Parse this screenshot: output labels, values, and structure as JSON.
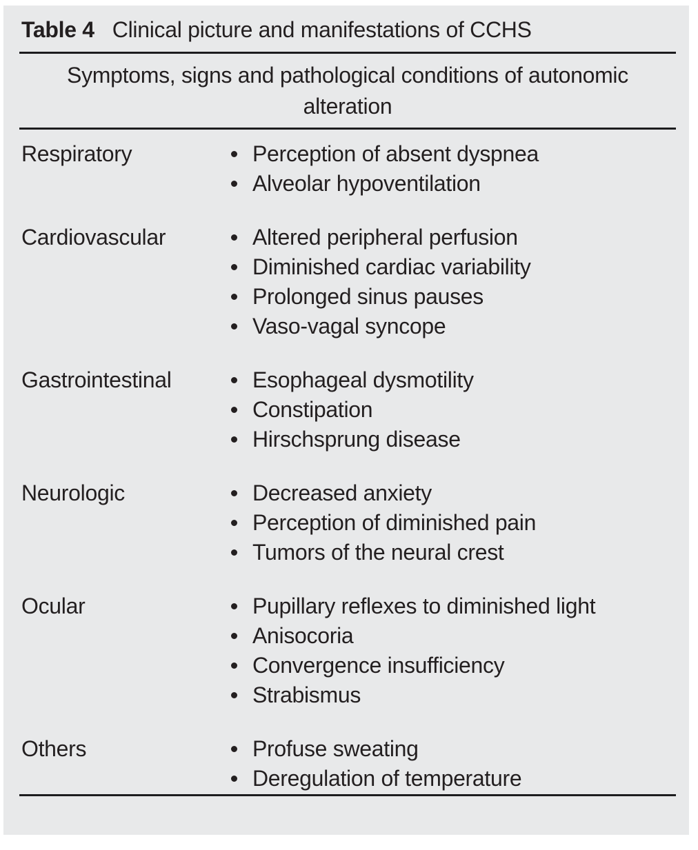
{
  "table": {
    "label": "Table 4",
    "title": "Clinical picture and manifestations of CCHS",
    "subtitle": "Symptoms, signs and pathological conditions of autonomic alteration",
    "sections": [
      {
        "category": "Respiratory",
        "items": [
          "Perception of absent dyspnea",
          "Alveolar hypoventilation"
        ]
      },
      {
        "category": "Cardiovascular",
        "items": [
          "Altered peripheral perfusion",
          "Diminished cardiac variability",
          "Prolonged sinus pauses",
          "Vaso-vagal syncope"
        ]
      },
      {
        "category": "Gastrointestinal",
        "items": [
          "Esophageal dysmotility",
          "Constipation",
          "Hirschsprung disease"
        ]
      },
      {
        "category": "Neurologic",
        "items": [
          "Decreased anxiety",
          "Perception of diminished pain",
          "Tumors of the neural crest"
        ]
      },
      {
        "category": "Ocular",
        "items": [
          "Pupillary reflexes to diminished light",
          "Anisocoria",
          "Convergence insufficiency",
          "Strabismus"
        ]
      },
      {
        "category": "Others",
        "items": [
          "Profuse sweating",
          "Deregulation of temperature"
        ]
      }
    ],
    "colors": {
      "page_bg": "#ffffff",
      "panel_bg": "#e8e9ea",
      "text": "#231f20",
      "rule": "#1c1c1e"
    }
  }
}
